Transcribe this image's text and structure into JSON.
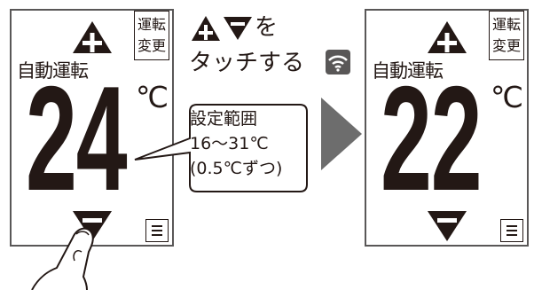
{
  "left_panel": {
    "mode_box": [
      "運転",
      "変更"
    ],
    "mode_text": "自動運転",
    "temperature": "24",
    "unit": "℃"
  },
  "right_panel": {
    "mode_box": [
      "運転",
      "変更"
    ],
    "mode_text": "自動運転",
    "temperature": "22",
    "unit": "℃"
  },
  "instruction": {
    "suffix": "を",
    "line2": "タッチする"
  },
  "callout": {
    "line1": "設定範囲",
    "line2": "16〜31℃",
    "line3": "(0.5℃ずつ)"
  },
  "icons": {
    "plus": "plus-triangle-icon",
    "minus": "minus-triangle-icon",
    "menu": "menu-icon",
    "wifi": "wifi-icon",
    "arrow": "right-arrow-icon",
    "finger": "finger-pointer-icon"
  },
  "colors": {
    "ink": "#231815",
    "arrow": "#6d6d6d",
    "border": "#595757"
  }
}
